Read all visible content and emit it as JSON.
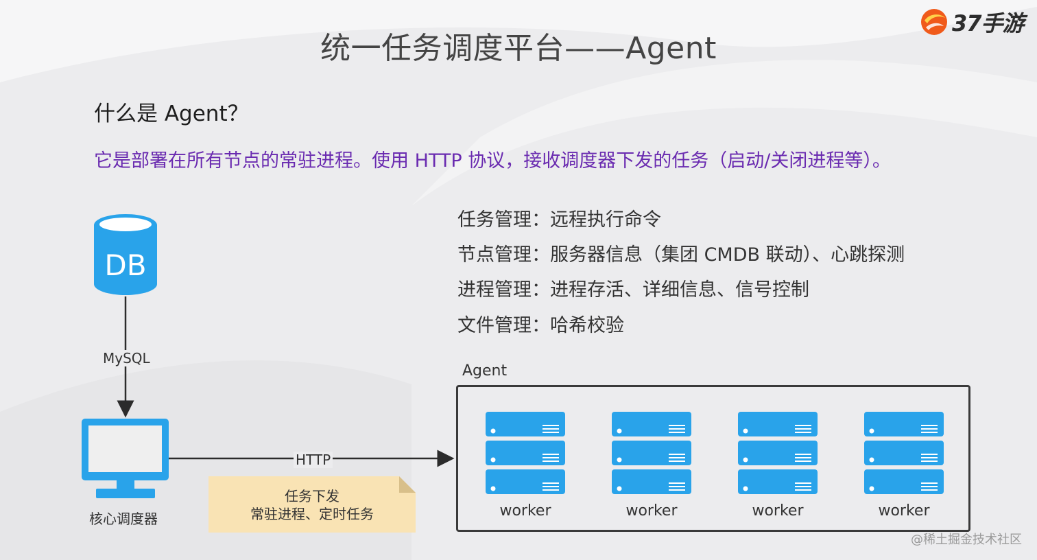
{
  "slide": {
    "title": "统一任务调度平台——Agent",
    "question": "什么是 Agent？",
    "description": "它是部署在所有节点的常驻进程。使用 HTTP 协议，接收调度器下发的任务（启动/关闭进程等）。",
    "features": [
      "任务管理：远程执行命令",
      "节点管理：服务器信息（集团 CMDB 联动）、心跳探测",
      "进程管理：进程存活、详细信息、信号控制",
      "文件管理：哈希校验"
    ]
  },
  "logo": {
    "text": "37手游"
  },
  "diagram": {
    "db_label": "DB",
    "mysql_label": "MySQL",
    "core_label": "核心调度器",
    "http_label": "HTTP",
    "note_lines": [
      "任务下发",
      "常驻进程、定时任务"
    ],
    "agent_label": "Agent",
    "workers": [
      "worker",
      "worker",
      "worker",
      "worker"
    ]
  },
  "watermark": "@稀土掘金技术社区",
  "colors": {
    "accent_blue": "#29a3ea",
    "description_purple": "#6a2bb0",
    "note_fill": "#f9e3b4",
    "logo_orange": "#f05a1a"
  }
}
